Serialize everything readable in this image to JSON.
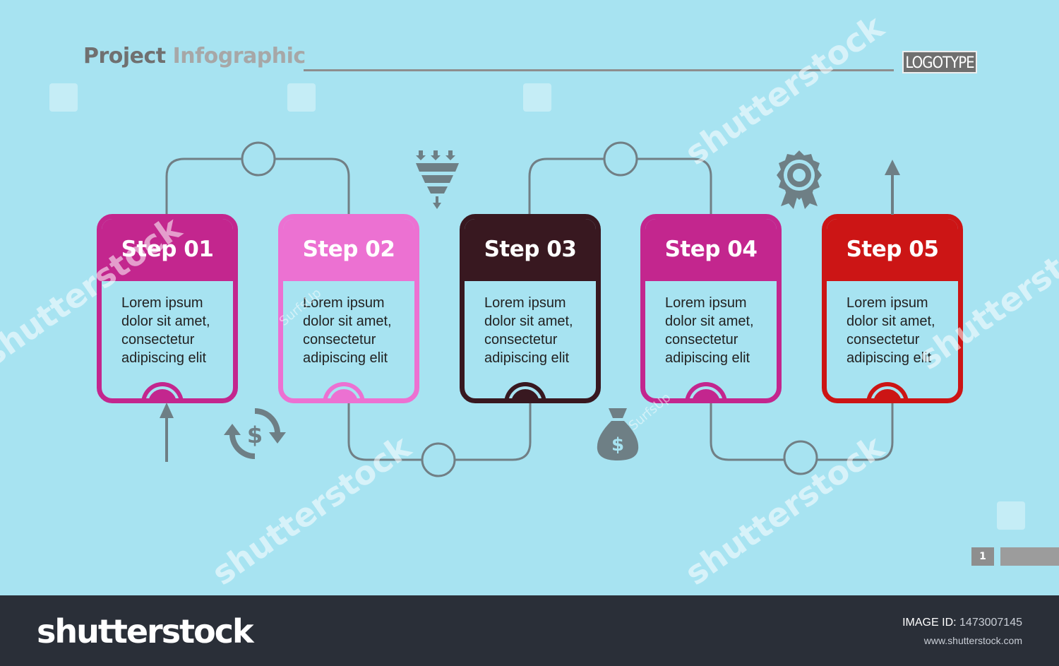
{
  "header": {
    "title_word1": "Project",
    "title_word2": "Infographic",
    "logotype": "LOGOTYPE"
  },
  "steps": [
    {
      "label": "Step 01",
      "text": "Lorem ipsum dolor sit amet, consectetur adipiscing elit",
      "color": "#c3268e"
    },
    {
      "label": "Step 02",
      "text": "Lorem ipsum dolor sit amet, consectetur adipiscing elit",
      "color": "#ec71d2"
    },
    {
      "label": "Step 03",
      "text": "Lorem ipsum dolor sit amet, consectetur adipiscing elit",
      "color": "#381820"
    },
    {
      "label": "Step 04",
      "text": "Lorem ipsum dolor sit amet, consectetur adipiscing elit",
      "color": "#c3268e"
    },
    {
      "label": "Step 05",
      "text": "Lorem ipsum dolor sit amet, consectetur adipiscing elit",
      "color": "#cc1515"
    }
  ],
  "icons": [
    "arrow-up-icon",
    "dollar-cycle-icon",
    "funnel-icon",
    "money-bag-icon",
    "award-badge-icon",
    "arrow-up-icon"
  ],
  "colors": {
    "background": "#a7e3f1",
    "connector": "#717f85",
    "icon": "#6e7f85"
  },
  "page": {
    "number": "1"
  },
  "watermark": {
    "text": "shutterstock",
    "extra": "SurfsUp"
  },
  "footer": {
    "brand": "shutterstock",
    "image_id_label": "IMAGE ID:",
    "image_id": "1473007145",
    "url": "www.shutterstock.com"
  }
}
